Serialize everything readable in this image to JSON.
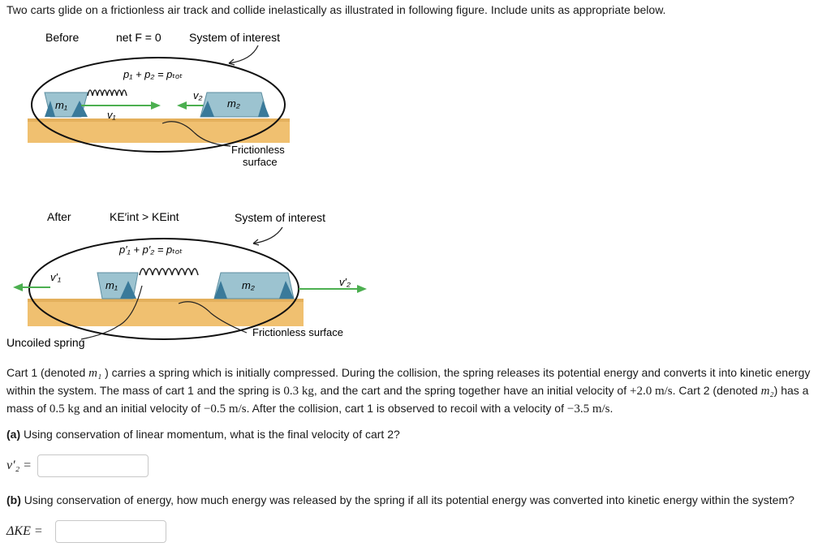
{
  "intro": "Two carts glide on a frictionless air track and collide inelastically as illustrated in following figure. Include units as appropriate below.",
  "figure": {
    "before": {
      "title": "Before",
      "net_force": "net F = 0",
      "system": "System of interest",
      "equation": "p₁ + p₂ = pₜₒₜ",
      "m1": "m₁",
      "m2": "m₂",
      "v1": "v₁",
      "v2": "v₂",
      "surface": "Frictionless surface"
    },
    "after": {
      "title": "After",
      "ke": "KE′int > KEint",
      "system": "System of interest",
      "equation": "p′₁ + p′₂ = pₜₒₜ",
      "m1": "m₁",
      "m2": "m₂",
      "v1p": "v′₁",
      "v2p": "v′₂",
      "surface": "Frictionless surface",
      "spring_label": "Uncoiled spring"
    },
    "colors": {
      "track": "#f0c070",
      "cart": "#8ab4c4",
      "cart_tri": "#3a7a9a",
      "arrow": "#4caf50",
      "bg": "#ffffff"
    }
  },
  "paragraph": {
    "s1": "Cart 1 (denoted ",
    "m1": "m₁",
    "s2": " ) carries a spring which is initially compressed. During the collision, the spring releases its potential energy and converts it into kinetic energy within the system. The mass of cart 1 and the spring is ",
    "mass1": "0.3 kg",
    "s3": ", and the cart and the spring together have an initial velocity of ",
    "v1": "+2.0 m/s",
    "s4": ". Cart 2 (denoted ",
    "m2": "m₂",
    "s5": ") has a mass of ",
    "mass2": "0.5 kg",
    "s6": " and an initial velocity of ",
    "v2": "−0.5 m/s",
    "s7": ". After the collision, cart 1 is observed to recoil with a velocity of ",
    "v1f": "−3.5 m/s",
    "s8": "."
  },
  "question_a": {
    "prefix": "(a)",
    "text": " Using conservation of linear momentum, what is the final velocity of cart 2?",
    "label": "v′₂ =",
    "value": ""
  },
  "question_b": {
    "prefix": "(b)",
    "text": " Using conservation of energy, how much energy was released by the spring if all its potential energy was converted into kinetic energy within the system?",
    "label": "ΔKE =",
    "value": ""
  }
}
